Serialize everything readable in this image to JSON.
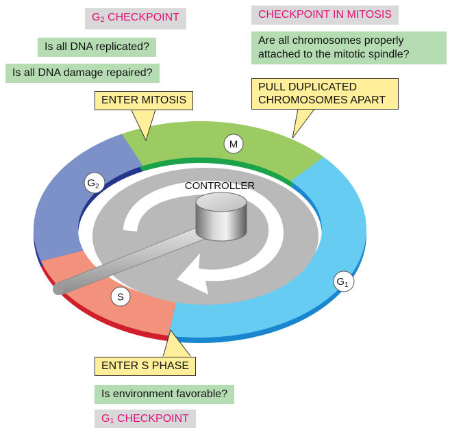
{
  "checkpoints": {
    "g2": {
      "prefix": "G",
      "sub": "2",
      "suffix": " CHECKPOINT"
    },
    "mitosis": "CHECKPOINT IN MITOSIS",
    "g1": {
      "prefix": "G",
      "sub": "1",
      "suffix": " CHECKPOINT"
    }
  },
  "questions": {
    "dna_replicated": "Is all DNA replicated?",
    "dna_damage": "Is all DNA damage repaired?",
    "chromosomes_line1": "Are all chromosomes properly",
    "chromosomes_line2": "attached to the mitotic spindle?",
    "environment": "Is environment favorable?"
  },
  "actions": {
    "enter_mitosis": "ENTER MITOSIS",
    "pull_line1": "PULL DUPLICATED",
    "pull_line2": "CHROMOSOMES APART",
    "enter_s": "ENTER S PHASE"
  },
  "phases": {
    "m": "M",
    "g2": {
      "main": "G",
      "sub": "2"
    },
    "s": "S",
    "g1": {
      "main": "G",
      "sub": "1"
    }
  },
  "controller": "CONTROLLER",
  "colors": {
    "m_phase": "#9bcb62",
    "g2_phase": "#7c91c7",
    "s_phase": "#f2927c",
    "g1_phase": "#66ccf2",
    "checkpoint_text": "#e0107a",
    "question_box": "#b6dcb4",
    "action_box": "#ffef9a",
    "checkpoint_box": "#d9d9d9"
  }
}
